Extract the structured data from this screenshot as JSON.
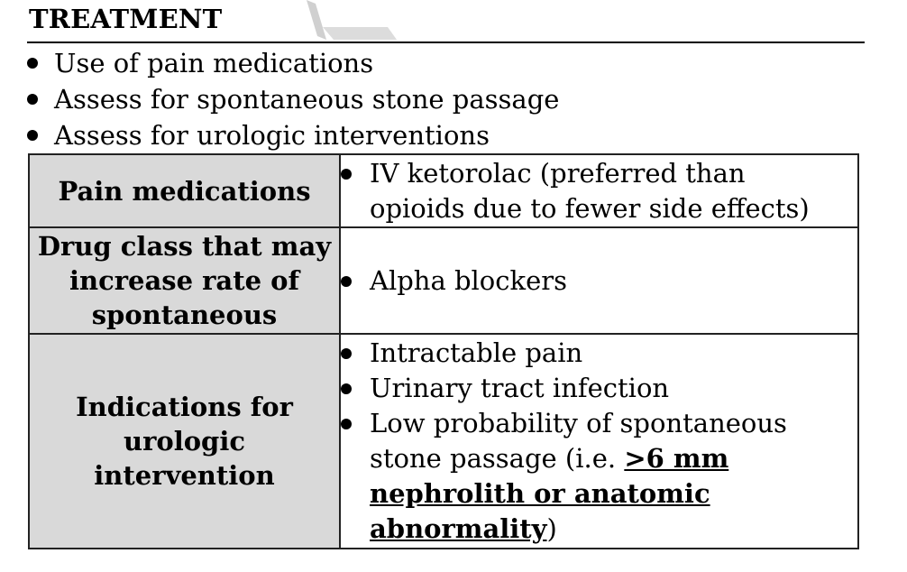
{
  "heading": "TREATMENT",
  "watermark_icon": "watermark-stroke-icon",
  "bullets": [
    "Use of pain medications",
    "Assess for spontaneous stone passage",
    "Assess for urologic interventions"
  ],
  "table": {
    "rows": [
      {
        "label_lines": [
          "Pain medications"
        ],
        "items": [
          {
            "lines": [
              "IV ketorolac (preferred than",
              "opioids due to fewer side effects)"
            ]
          }
        ]
      },
      {
        "label_lines": [
          "Drug class that may",
          "increase rate of",
          "spontaneous"
        ],
        "items": [
          {
            "lines": [
              "Alpha blockers"
            ]
          }
        ]
      },
      {
        "label_lines": [
          "Indications for",
          "urologic",
          "intervention"
        ],
        "items": [
          {
            "lines": [
              "Intractable pain"
            ]
          },
          {
            "lines": [
              "Urinary tract infection"
            ]
          },
          {
            "line1": "Low probability of spontaneous",
            "line2_plain": "stone passage (i.e. ",
            "line2_bold": ">6 mm",
            "line3_bold": "nephrolith or anatomic",
            "line4_bold": "abnormality",
            "line4_plain": ")"
          }
        ]
      }
    ]
  },
  "colors": {
    "label_background": "#d9d9d9",
    "border": "#222222",
    "watermark": "#d0d0d0"
  }
}
